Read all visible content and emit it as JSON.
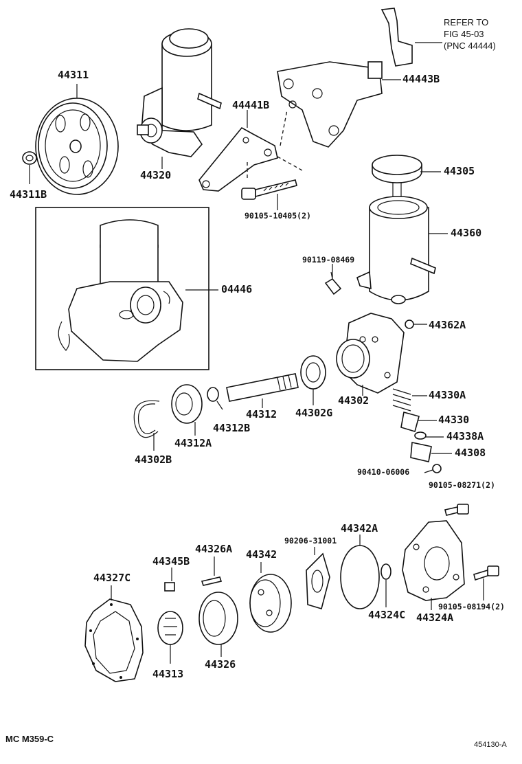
{
  "callouts": {
    "c44311": "44311",
    "c44311B": "44311B",
    "c44320": "44320",
    "c44441B": "44441B",
    "c44443B": "44443B",
    "c90105_10405": "90105-10405(2)",
    "c44305": "44305",
    "c44360": "44360",
    "c90119_08469": "90119-08469",
    "c04446": "04446",
    "c44362A": "44362A",
    "c44330A": "44330A",
    "c44330": "44330",
    "c44338A": "44338A",
    "c44308": "44308",
    "c90410_06006": "90410-06006",
    "c44302": "44302",
    "c44302G": "44302G",
    "c44312": "44312",
    "c44312B": "44312B",
    "c44312A": "44312A",
    "c44302B": "44302B",
    "c90105_08271": "90105-08271(2)",
    "c44342A": "44342A",
    "c90206_31001": "90206-31001",
    "c44326A": "44326A",
    "c44342": "44342",
    "c44345B": "44345B",
    "c44327C": "44327C",
    "c44324C": "44324C",
    "c44324A": "44324A",
    "c90105_08194": "90105-08194(2)",
    "c44313": "44313",
    "c44326": "44326"
  },
  "reference_note": {
    "line1": "REFER TO",
    "line2": "FIG 45-03",
    "line3": "(PNC 44444)"
  },
  "footer": {
    "model_code": "MC M359-C",
    "illustration_id": "454130-A"
  }
}
